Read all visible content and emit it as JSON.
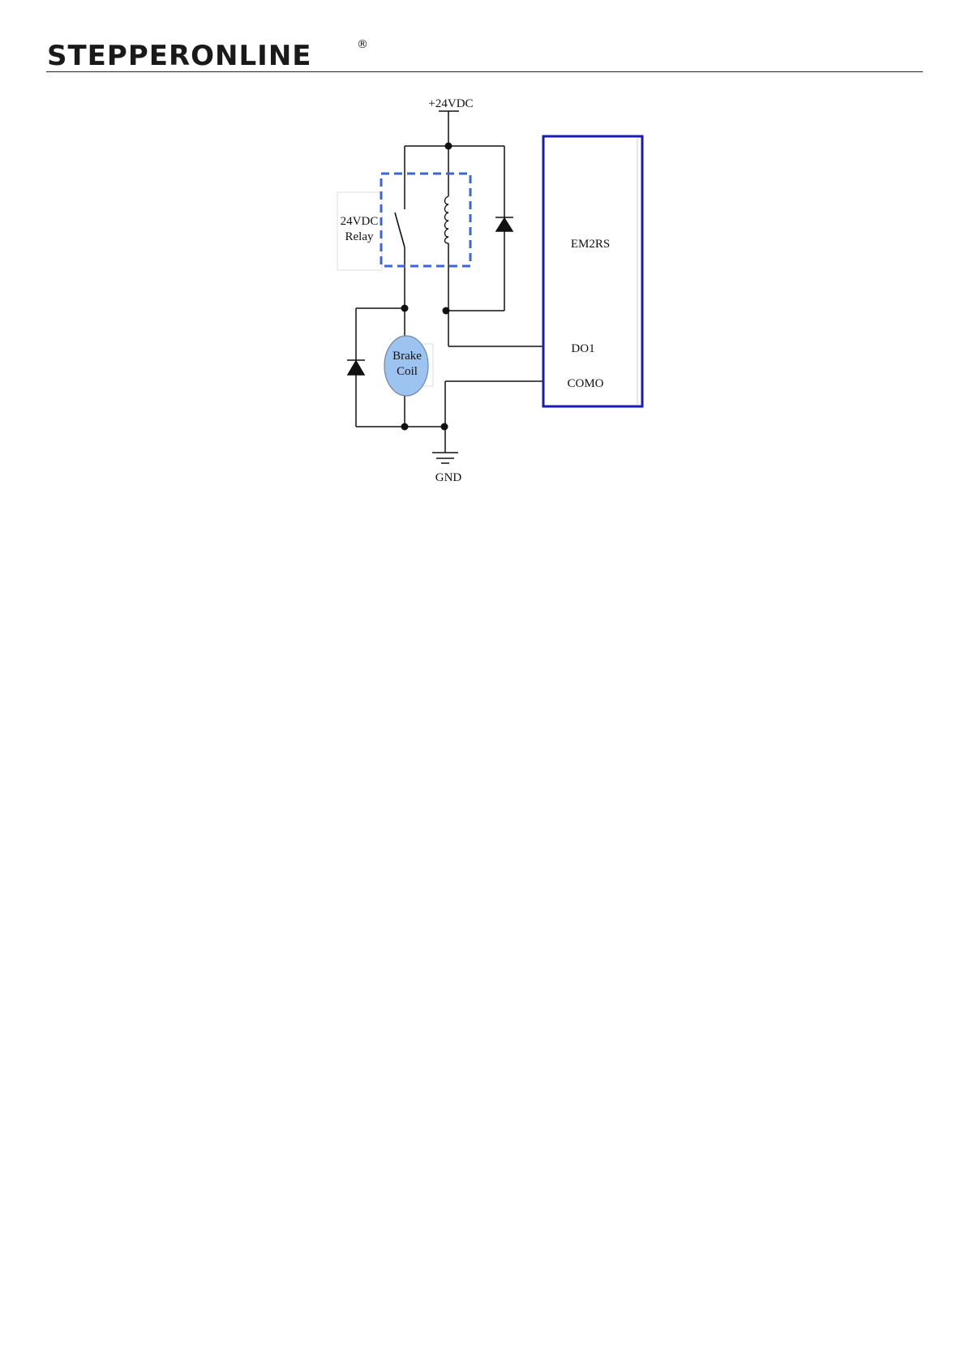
{
  "header": {
    "logo_text": "STEPPERONLINE",
    "registered_mark": "®"
  },
  "diagram": {
    "supply_label": "+24VDC",
    "relay_label_line1": "24VDC",
    "relay_label_line2": "Relay",
    "brake_label_line1": "Brake",
    "brake_label_line2": "Coil",
    "driver_label": "EM2RS",
    "output_label": "DO1",
    "common_label": "COMO",
    "ground_label": "GND"
  },
  "colors": {
    "driver_box": "#1a1ab4",
    "relay_box": "#3c64dc",
    "brake_coil_fill": "#9dc3f0"
  }
}
